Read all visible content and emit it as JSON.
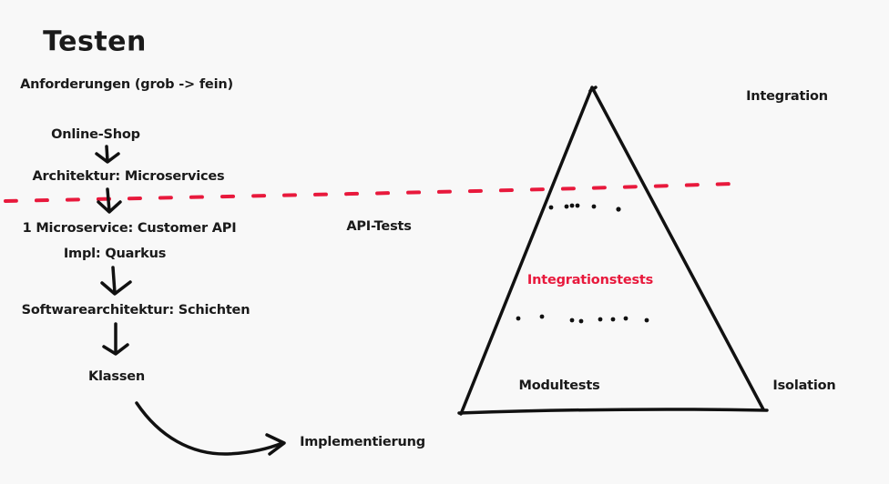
{
  "title": "Testen",
  "left_flow": {
    "requirements": "Anforderungen (grob -> fein)",
    "online_shop": "Online-Shop",
    "architecture": "Architektur: Microservices",
    "microservice": "1 Microservice: Customer API",
    "impl": "Impl: Quarkus",
    "software_architecture": "Softwarearchitektur: Schichten",
    "classes": "Klassen",
    "implementation": "Implementierung"
  },
  "api_tests": "API-Tests",
  "pyramid": {
    "integration_tests": "Integrationstests",
    "module_tests": "Modultests"
  },
  "axis": {
    "top": "Integration",
    "bottom": "Isolation"
  },
  "colors": {
    "accent": "#e8193c",
    "ink": "#1a1a1a",
    "background": "#f8f8f8"
  }
}
